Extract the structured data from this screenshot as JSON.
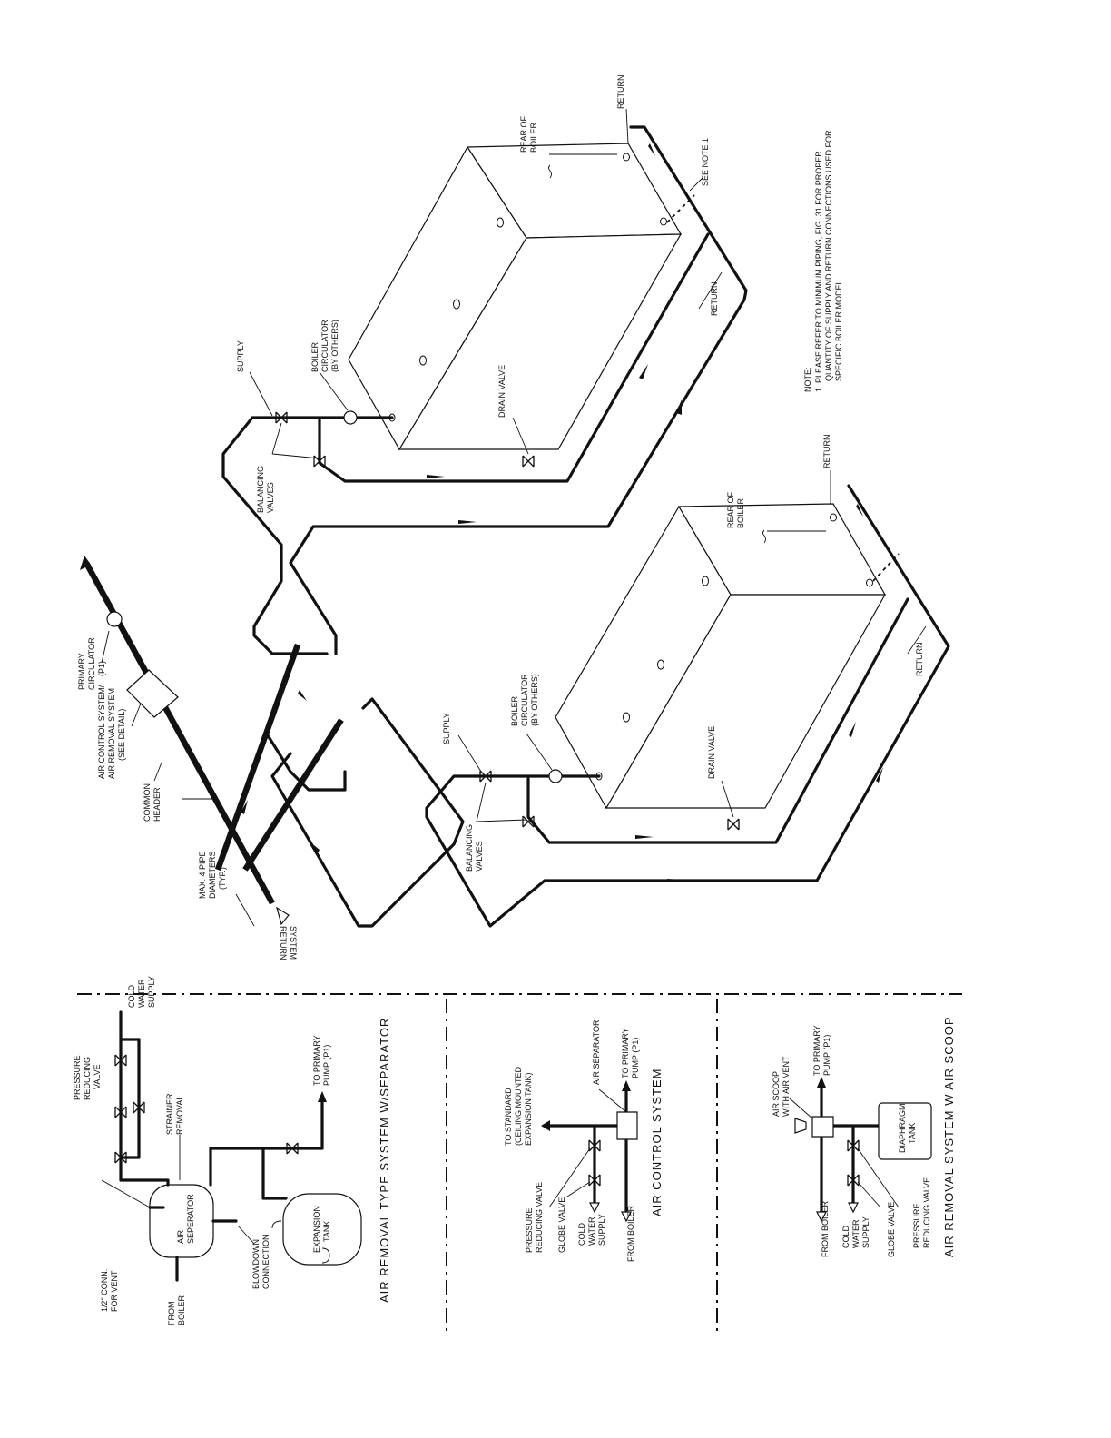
{
  "isometric": {
    "labels": {
      "supply": "SUPPLY",
      "boiler_circulator": [
        "BOILER",
        "CIRCULATOR",
        "(BY OTHERS)"
      ],
      "balancing_valves": [
        "BALANCING",
        "VALVES"
      ],
      "drain_valve": "DRAIN VALVE",
      "rear_of_boiler": [
        "REAR OF",
        "BOILER"
      ],
      "return": "RETURN",
      "see_note": "SEE NOTE 1",
      "primary_circulator": [
        "PRIMARY",
        "CIRCULATOR",
        "(P1)"
      ],
      "air_control_system": [
        "AIR CONTROL SYSTEM/",
        "AIR REMOVAL SYSTEM",
        "(SEE DETAIL)"
      ],
      "common_header": [
        "COMMON",
        "HEADER"
      ],
      "max_pipe": [
        "MAX. 4 PIPE",
        "DIAMETERS",
        "(TYP.)"
      ],
      "system_return": [
        "SYSTEM",
        "RETURN"
      ]
    },
    "note": [
      "NOTE:",
      "1. PLEASE REFER TO MINIMUM PIPING, FIG. 31 FOR PROPER",
      "QUANTITY OF SUPPLY AND RETURN CONNECTIONS USED FOR",
      "SPECIFIC BOILER MODEL."
    ]
  },
  "details": {
    "separator": {
      "title": "AIR REMOVAL TYPE SYSTEM W/SEPARATOR",
      "pressure_reducing_valve": [
        "PRESSURE",
        "REDUCING",
        "VALVE"
      ],
      "cold_water_supply": [
        "COLD",
        "WATER",
        "SUPPLY"
      ],
      "strainer_removal": [
        "STRAINER",
        "REMOVAL"
      ],
      "air_seperator": [
        "AIR",
        "SEPERATOR"
      ],
      "to_primary_pump": [
        "TO PRIMARY",
        "PUMP (P1)"
      ],
      "expansion_tank": [
        "EXPANSION",
        "TANK"
      ],
      "conn_for_vent": [
        "1/2\" CONN.",
        "FOR VENT"
      ],
      "from_boiler": [
        "FROM",
        "BOILER"
      ],
      "blowdown_connection": [
        "BLOWDOWN",
        "CONNECTION"
      ]
    },
    "air_control": {
      "title": "AIR CONTROL SYSTEM",
      "to_standard": [
        "TO STANDARD",
        "(CEILING MOUNTED",
        "EXPANSION TANK)"
      ],
      "air_separator": "AIR SEPARATOR",
      "to_primary_pump": [
        "TO PRIMARY",
        "PUMP (P1)"
      ],
      "pressure_reducing_valve": [
        "PRESSURE",
        "REDUCING VALVE"
      ],
      "globe_valve": "GLOBE VALVE",
      "cold_water_supply": [
        "COLD",
        "WATER",
        "SUPPLY"
      ],
      "from_boiler": "FROM BOILER"
    },
    "air_scoop": {
      "title": "AIR REMOVAL SYSTEM W AIR SCOOP",
      "air_scoop": [
        "AIR SCOOP",
        "WITH AIR VENT"
      ],
      "to_primary_pump": [
        "TO PRIMARY",
        "PUMP (P1)"
      ],
      "diaphragm_tank": [
        "DIAPHRAGM",
        "TANK"
      ],
      "from_boiler": "FROM BOILER",
      "cold_water_supply": [
        "COLD",
        "WATER",
        "SUPPLY"
      ],
      "globe_valve": "GLOBE VALVE",
      "pressure_reducing_valve": [
        "PRESSURE",
        "REDUCING VALVE"
      ]
    }
  }
}
